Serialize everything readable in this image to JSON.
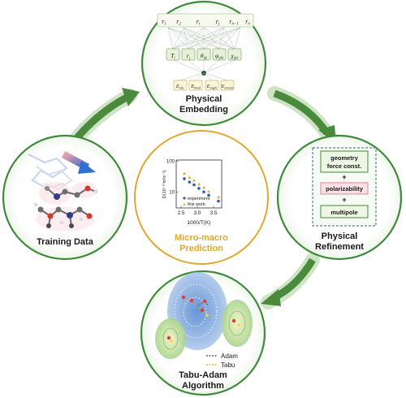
{
  "nodes": {
    "embedding": {
      "line1": "Physical",
      "line2": "Embedding"
    },
    "refinement": {
      "line1": "Physical",
      "line2": "Refinement"
    },
    "tabu": {
      "line1": "Tabu-Adam",
      "line2": "Algorithm"
    },
    "training": {
      "label": "Training Data"
    }
  },
  "network": {
    "input_row": [
      "r",
      "r",
      "r",
      "r",
      "r",
      "r"
    ],
    "input_subs": [
      "1",
      "2",
      "i",
      "j",
      "n−1",
      "n"
    ],
    "feature_row": [
      "T",
      "r",
      "θ",
      "φ",
      "χ"
    ],
    "feature_subs": [
      "i",
      "j",
      "ijk",
      "ijkl",
      "ijkl"
    ],
    "energy_row": [
      "E",
      "E",
      "E",
      "E"
    ],
    "energy_subs": [
      "elec",
      "bond",
      "angle",
      "torsion"
    ]
  },
  "refinement_box": {
    "item1_line1": "geometry",
    "item1_line2": "force const.",
    "plus": "+",
    "item2": "polarizability",
    "item3": "multipole"
  },
  "center": {
    "title_line1": "Micro-macro",
    "title_line2": "Prediction",
    "title_color": "#e0a82e"
  },
  "tabu_legend": {
    "adam": "Adam",
    "tabu": "Tabu"
  },
  "colors": {
    "ring": "#3f8a3a",
    "arrow": "#4a8a3c",
    "accent": "#e0a82e",
    "pink": "#f3c9d3",
    "blue_ellipse": "#6a9ad6",
    "green_ellipse": "#b6d99b"
  },
  "chart_data": {
    "type": "scatter",
    "xlabel": "1000/T(K)",
    "ylabel": "D(10⁻¹⁰m²s⁻¹)",
    "xticks": [
      "2.5",
      "3.0",
      "3.5"
    ],
    "yticks": [
      "10",
      "100"
    ],
    "xlim": [
      2.35,
      3.75
    ],
    "ylim": [
      3,
      110
    ],
    "log_y": true,
    "legend_position": "bottom-left",
    "series": [
      {
        "name": "experiment",
        "color": "#2b5fa8",
        "x": [
          2.6,
          2.76,
          2.9,
          3.05,
          3.2,
          3.35,
          3.65
        ],
        "y": [
          27,
          21,
          17,
          13,
          10,
          7.8,
          5.0
        ]
      },
      {
        "name": "this work",
        "color": "#e7a23a",
        "x": [
          2.6,
          2.76,
          2.9,
          3.05,
          3.2,
          3.35,
          3.65
        ],
        "y": [
          40,
          30,
          24,
          18,
          14,
          10.5,
          6.8
        ]
      }
    ]
  }
}
